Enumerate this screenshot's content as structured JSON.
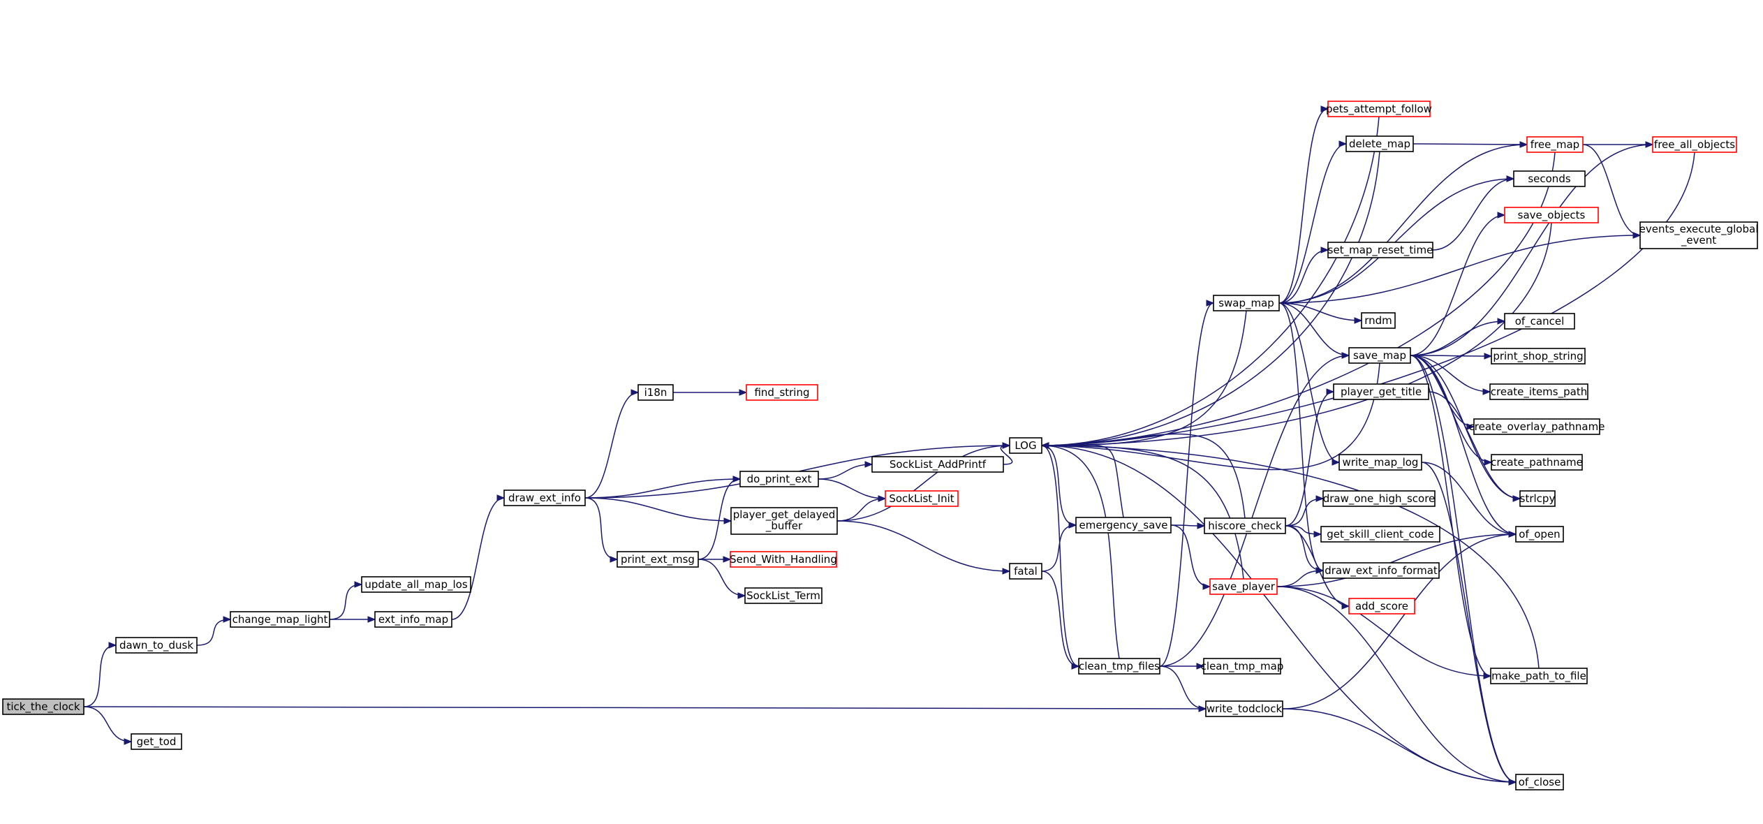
{
  "nodes": [
    {
      "id": "tick_the_clock",
      "label": "tick_the_clock",
      "variant": "root"
    },
    {
      "id": "dawn_to_dusk",
      "label": "dawn_to_dusk",
      "variant": "normal"
    },
    {
      "id": "get_tod",
      "label": "get_tod",
      "variant": "normal"
    },
    {
      "id": "change_map_light",
      "label": "change_map_light",
      "variant": "normal"
    },
    {
      "id": "update_all_map_los",
      "label": "update_all_map_los",
      "variant": "normal"
    },
    {
      "id": "ext_info_map",
      "label": "ext_info_map",
      "variant": "normal"
    },
    {
      "id": "draw_ext_info",
      "label": "draw_ext_info",
      "variant": "normal"
    },
    {
      "id": "i18n",
      "label": "i18n",
      "variant": "normal"
    },
    {
      "id": "find_string",
      "label": "find_string",
      "variant": "red"
    },
    {
      "id": "do_print_ext",
      "label": "do_print_ext",
      "variant": "normal"
    },
    {
      "id": "player_get_delayed_buffer",
      "label": "player_get_delayed\n_buffer",
      "variant": "normal"
    },
    {
      "id": "print_ext_msg",
      "label": "print_ext_msg",
      "variant": "normal"
    },
    {
      "id": "SockList_AddPrintf",
      "label": "SockList_AddPrintf",
      "variant": "normal"
    },
    {
      "id": "SockList_Init",
      "label": "SockList_Init",
      "variant": "red"
    },
    {
      "id": "Send_With_Handling",
      "label": "Send_With_Handling",
      "variant": "red"
    },
    {
      "id": "SockList_Term",
      "label": "SockList_Term",
      "variant": "normal"
    },
    {
      "id": "LOG",
      "label": "LOG",
      "variant": "normal"
    },
    {
      "id": "fatal",
      "label": "fatal",
      "variant": "normal"
    },
    {
      "id": "emergency_save",
      "label": "emergency_save",
      "variant": "normal"
    },
    {
      "id": "clean_tmp_files",
      "label": "clean_tmp_files",
      "variant": "normal"
    },
    {
      "id": "clean_tmp_map",
      "label": "clean_tmp_map",
      "variant": "normal"
    },
    {
      "id": "write_todclock",
      "label": "write_todclock",
      "variant": "normal"
    },
    {
      "id": "swap_map",
      "label": "swap_map",
      "variant": "normal"
    },
    {
      "id": "hiscore_check",
      "label": "hiscore_check",
      "variant": "normal"
    },
    {
      "id": "save_player",
      "label": "save_player",
      "variant": "red"
    },
    {
      "id": "pets_attempt_follow",
      "label": "pets_attempt_follow",
      "variant": "red"
    },
    {
      "id": "delete_map",
      "label": "delete_map",
      "variant": "normal"
    },
    {
      "id": "set_map_reset_time",
      "label": "set_map_reset_time",
      "variant": "normal"
    },
    {
      "id": "rndm",
      "label": "rndm",
      "variant": "normal"
    },
    {
      "id": "save_map",
      "label": "save_map",
      "variant": "normal"
    },
    {
      "id": "player_get_title",
      "label": "player_get_title",
      "variant": "normal"
    },
    {
      "id": "write_map_log",
      "label": "write_map_log",
      "variant": "normal"
    },
    {
      "id": "draw_one_high_score",
      "label": "draw_one_high_score",
      "variant": "normal"
    },
    {
      "id": "get_skill_client_code",
      "label": "get_skill_client_code",
      "variant": "normal"
    },
    {
      "id": "draw_ext_info_format",
      "label": "draw_ext_info_format",
      "variant": "normal"
    },
    {
      "id": "add_score",
      "label": "add_score",
      "variant": "red"
    },
    {
      "id": "free_map",
      "label": "free_map",
      "variant": "red"
    },
    {
      "id": "seconds",
      "label": "seconds",
      "variant": "normal"
    },
    {
      "id": "save_objects",
      "label": "save_objects",
      "variant": "red"
    },
    {
      "id": "free_all_objects",
      "label": "free_all_objects",
      "variant": "red"
    },
    {
      "id": "events_execute_global_event",
      "label": "events_execute_global\n_event",
      "variant": "normal"
    },
    {
      "id": "of_cancel",
      "label": "of_cancel",
      "variant": "normal"
    },
    {
      "id": "print_shop_string",
      "label": "print_shop_string",
      "variant": "normal"
    },
    {
      "id": "create_items_path",
      "label": "create_items_path",
      "variant": "normal"
    },
    {
      "id": "create_overlay_pathname",
      "label": "create_overlay_pathname",
      "variant": "normal"
    },
    {
      "id": "create_pathname",
      "label": "create_pathname",
      "variant": "normal"
    },
    {
      "id": "strlcpy",
      "label": "strlcpy",
      "variant": "normal"
    },
    {
      "id": "of_open",
      "label": "of_open",
      "variant": "normal"
    },
    {
      "id": "make_path_to_file",
      "label": "make_path_to_file",
      "variant": "normal"
    },
    {
      "id": "of_close",
      "label": "of_close",
      "variant": "normal"
    }
  ],
  "edges": [
    [
      "tick_the_clock",
      "dawn_to_dusk"
    ],
    [
      "tick_the_clock",
      "get_tod"
    ],
    [
      "tick_the_clock",
      "write_todclock"
    ],
    [
      "dawn_to_dusk",
      "change_map_light"
    ],
    [
      "change_map_light",
      "update_all_map_los"
    ],
    [
      "change_map_light",
      "ext_info_map"
    ],
    [
      "ext_info_map",
      "draw_ext_info"
    ],
    [
      "draw_ext_info",
      "i18n"
    ],
    [
      "draw_ext_info",
      "LOG"
    ],
    [
      "draw_ext_info",
      "do_print_ext"
    ],
    [
      "draw_ext_info",
      "player_get_delayed_buffer"
    ],
    [
      "draw_ext_info",
      "print_ext_msg"
    ],
    [
      "i18n",
      "find_string"
    ],
    [
      "do_print_ext",
      "SockList_AddPrintf"
    ],
    [
      "do_print_ext",
      "SockList_Init"
    ],
    [
      "player_get_delayed_buffer",
      "SockList_Init"
    ],
    [
      "player_get_delayed_buffer",
      "LOG"
    ],
    [
      "player_get_delayed_buffer",
      "fatal"
    ],
    [
      "print_ext_msg",
      "do_print_ext"
    ],
    [
      "print_ext_msg",
      "Send_With_Handling"
    ],
    [
      "print_ext_msg",
      "SockList_Term"
    ],
    [
      "SockList_AddPrintf",
      "LOG"
    ],
    [
      "fatal",
      "emergency_save"
    ],
    [
      "fatal",
      "clean_tmp_files"
    ],
    [
      "emergency_save",
      "LOG"
    ],
    [
      "emergency_save",
      "hiscore_check"
    ],
    [
      "emergency_save",
      "save_player"
    ],
    [
      "LOG",
      "emergency_save"
    ],
    [
      "LOG",
      "clean_tmp_files"
    ],
    [
      "LOG",
      "of_close"
    ],
    [
      "clean_tmp_files",
      "LOG"
    ],
    [
      "clean_tmp_files",
      "clean_tmp_map"
    ],
    [
      "clean_tmp_files",
      "write_todclock"
    ],
    [
      "clean_tmp_files",
      "swap_map"
    ],
    [
      "clean_tmp_files",
      "save_map"
    ],
    [
      "write_todclock",
      "of_open"
    ],
    [
      "write_todclock",
      "of_close"
    ],
    [
      "swap_map",
      "LOG"
    ],
    [
      "swap_map",
      "pets_attempt_follow"
    ],
    [
      "swap_map",
      "delete_map"
    ],
    [
      "swap_map",
      "free_map"
    ],
    [
      "swap_map",
      "seconds"
    ],
    [
      "swap_map",
      "set_map_reset_time"
    ],
    [
      "swap_map",
      "events_execute_global_event"
    ],
    [
      "swap_map",
      "rndm"
    ],
    [
      "swap_map",
      "save_map"
    ],
    [
      "swap_map",
      "write_map_log"
    ],
    [
      "swap_map",
      "draw_ext_info_format"
    ],
    [
      "hiscore_check",
      "LOG"
    ],
    [
      "hiscore_check",
      "player_get_title"
    ],
    [
      "hiscore_check",
      "draw_one_high_score"
    ],
    [
      "hiscore_check",
      "get_skill_client_code"
    ],
    [
      "hiscore_check",
      "draw_ext_info_format"
    ],
    [
      "hiscore_check",
      "add_score"
    ],
    [
      "save_player",
      "LOG"
    ],
    [
      "save_player",
      "draw_ext_info_format"
    ],
    [
      "save_player",
      "of_open"
    ],
    [
      "save_player",
      "make_path_to_file"
    ],
    [
      "save_player",
      "of_close"
    ],
    [
      "pets_attempt_follow",
      "LOG"
    ],
    [
      "delete_map",
      "LOG"
    ],
    [
      "delete_map",
      "free_map"
    ],
    [
      "set_map_reset_time",
      "seconds"
    ],
    [
      "save_map",
      "LOG"
    ],
    [
      "save_map",
      "save_objects"
    ],
    [
      "save_map",
      "free_all_objects"
    ],
    [
      "save_map",
      "of_cancel"
    ],
    [
      "save_map",
      "print_shop_string"
    ],
    [
      "save_map",
      "create_items_path"
    ],
    [
      "save_map",
      "create_overlay_pathname"
    ],
    [
      "save_map",
      "create_pathname"
    ],
    [
      "save_map",
      "strlcpy"
    ],
    [
      "save_map",
      "of_open"
    ],
    [
      "save_map",
      "of_close"
    ],
    [
      "save_map",
      "make_path_to_file"
    ],
    [
      "player_get_title",
      "strlcpy"
    ],
    [
      "write_map_log",
      "of_open"
    ],
    [
      "write_map_log",
      "of_close"
    ],
    [
      "free_map",
      "LOG"
    ],
    [
      "free_map",
      "free_all_objects"
    ],
    [
      "free_map",
      "events_execute_global_event"
    ],
    [
      "save_objects",
      "LOG"
    ],
    [
      "free_all_objects",
      "LOG"
    ],
    [
      "make_path_to_file",
      "LOG"
    ]
  ]
}
